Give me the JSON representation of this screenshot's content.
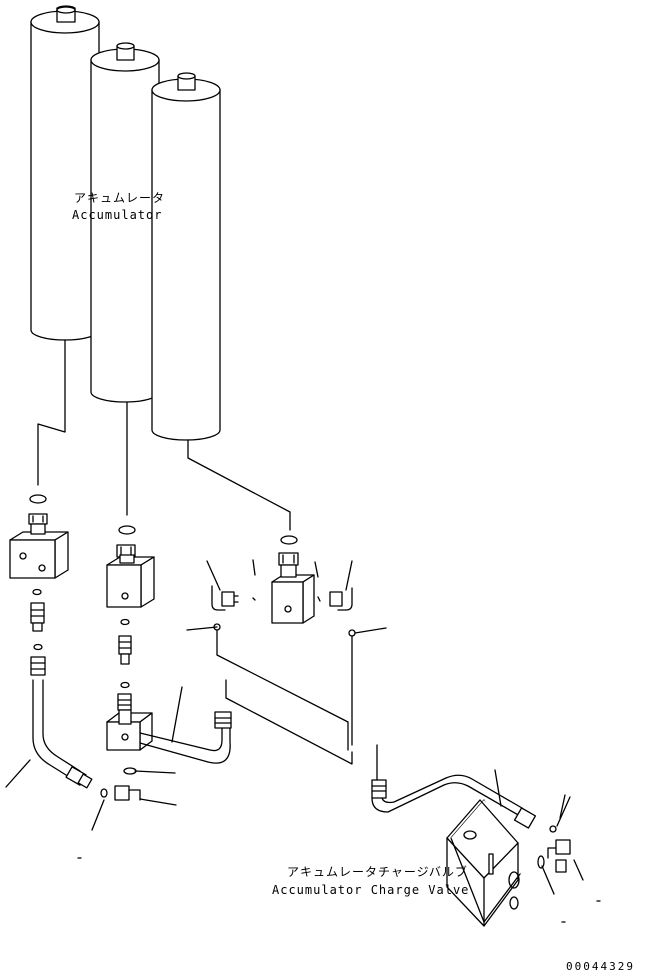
{
  "labels": {
    "accumulator_jp": "アキュムレータ",
    "accumulator_en": "Accumulator",
    "charge_valve_jp": "アキュムレータチャージバルブ",
    "charge_valve_en": "Accumulator Charge Valve",
    "drawing_number": "00044329"
  },
  "colors": {
    "line": "#000000",
    "background": "#ffffff"
  }
}
